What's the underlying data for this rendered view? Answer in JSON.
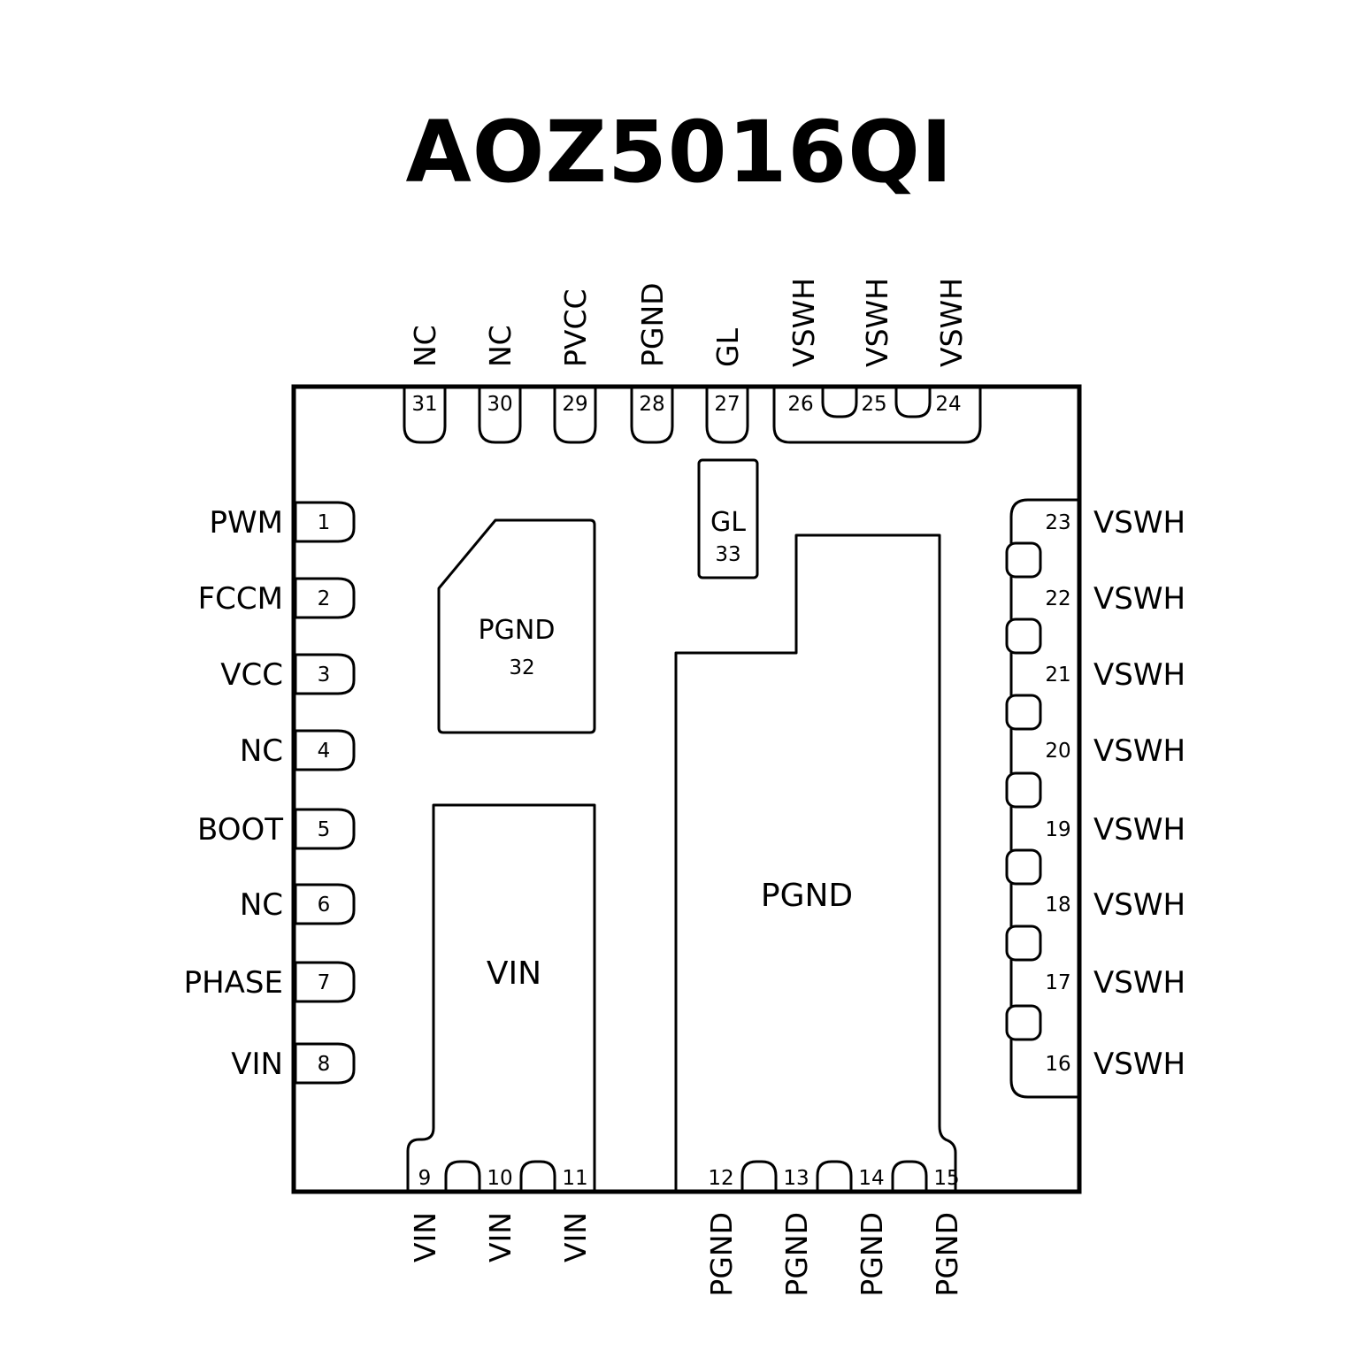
{
  "title": "AOZ5016QI",
  "colors": {
    "line": "#000000",
    "background": "#ffffff"
  },
  "pins": {
    "left": [
      {
        "num": "1",
        "label": "PWM"
      },
      {
        "num": "2",
        "label": "FCCM"
      },
      {
        "num": "3",
        "label": "VCC"
      },
      {
        "num": "4",
        "label": "NC"
      },
      {
        "num": "5",
        "label": "BOOT"
      },
      {
        "num": "6",
        "label": "NC"
      },
      {
        "num": "7",
        "label": "PHASE"
      },
      {
        "num": "8",
        "label": "VIN"
      }
    ],
    "top": [
      {
        "num": "31",
        "label": "NC"
      },
      {
        "num": "30",
        "label": "NC"
      },
      {
        "num": "29",
        "label": "PVCC"
      },
      {
        "num": "28",
        "label": "PGND"
      },
      {
        "num": "27",
        "label": "GL"
      },
      {
        "num": "26",
        "label": "VSWH"
      },
      {
        "num": "25",
        "label": "VSWH"
      },
      {
        "num": "24",
        "label": "VSWH"
      }
    ],
    "right": [
      {
        "num": "23",
        "label": "VSWH"
      },
      {
        "num": "22",
        "label": "VSWH"
      },
      {
        "num": "21",
        "label": "VSWH"
      },
      {
        "num": "20",
        "label": "VSWH"
      },
      {
        "num": "19",
        "label": "VSWH"
      },
      {
        "num": "18",
        "label": "VSWH"
      },
      {
        "num": "17",
        "label": "VSWH"
      },
      {
        "num": "16",
        "label": "VSWH"
      }
    ],
    "bottom": [
      {
        "num": "9",
        "label": "VIN"
      },
      {
        "num": "10",
        "label": "VIN"
      },
      {
        "num": "11",
        "label": "VIN"
      },
      {
        "num": "12",
        "label": "PGND"
      },
      {
        "num": "13",
        "label": "PGND"
      },
      {
        "num": "14",
        "label": "PGND"
      },
      {
        "num": "15",
        "label": "PGND"
      }
    ]
  },
  "pads": {
    "gl": {
      "label": "GL",
      "num": "33"
    },
    "pgnd_small": {
      "label": "PGND",
      "num": "32"
    },
    "vin": {
      "label": "VIN"
    },
    "pgnd_large": {
      "label": "PGND"
    }
  }
}
